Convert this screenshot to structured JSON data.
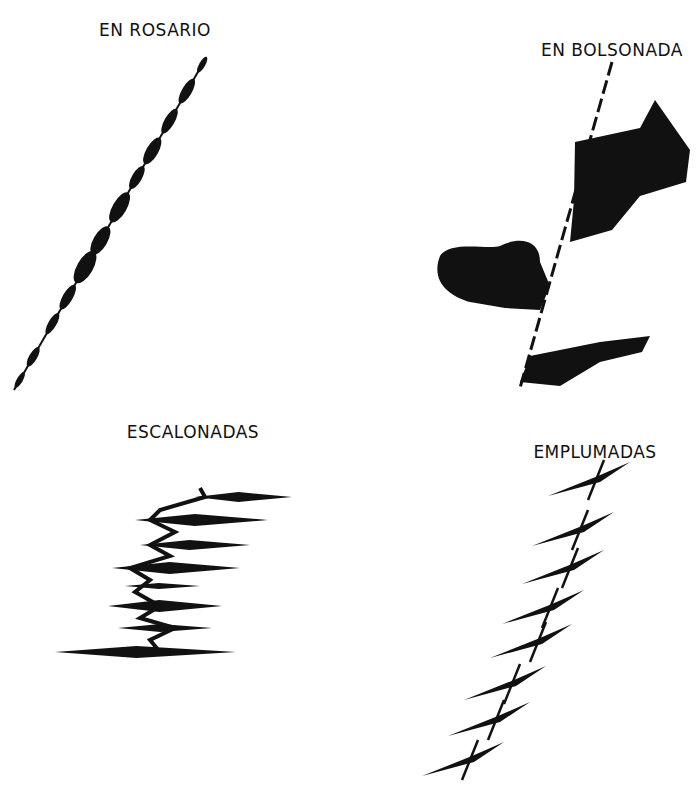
{
  "diagram": {
    "labels": [
      "EN ROSARIO",
      "EN BOLSONADA",
      "ESCALONADAS",
      "EMPLUMADAS"
    ]
  }
}
